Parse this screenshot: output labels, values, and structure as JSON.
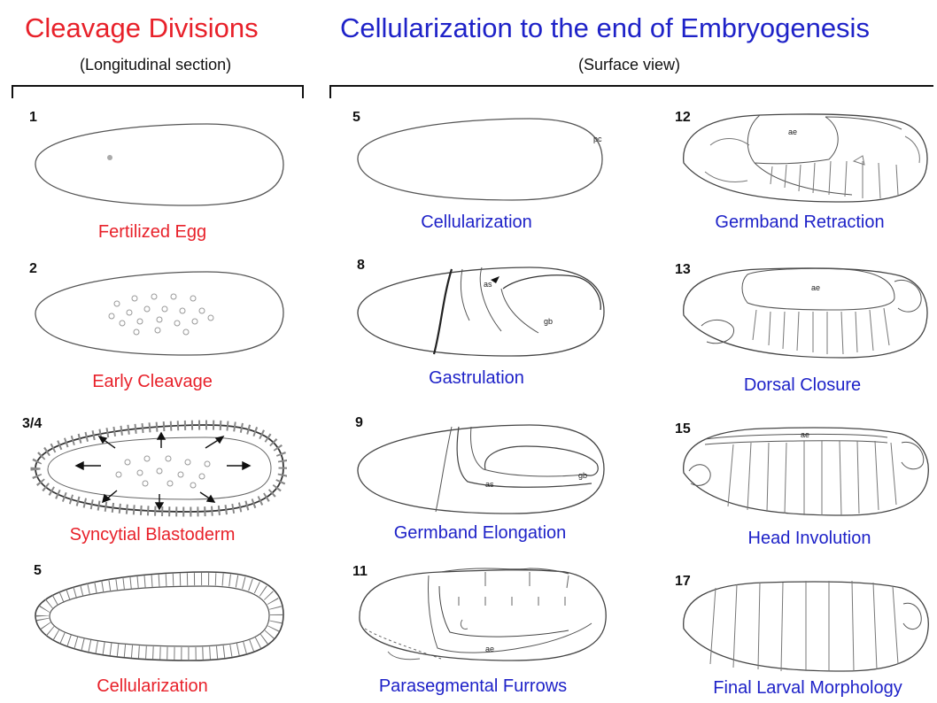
{
  "left": {
    "title": "Cleavage Divisions",
    "subtitle": "(Longitudinal section)",
    "stages": [
      {
        "num": "1",
        "caption": "Fertilized Egg"
      },
      {
        "num": "2",
        "caption": "Early Cleavage"
      },
      {
        "num": "3/4",
        "caption": "Syncytial Blastoderm"
      },
      {
        "num": "5",
        "caption": "Cellularization"
      }
    ]
  },
  "right": {
    "title": "Cellularization to the end of Embryogenesis",
    "subtitle": "(Surface view)",
    "col1": [
      {
        "num": "5",
        "caption": "Cellularization"
      },
      {
        "num": "8",
        "caption": "Gastrulation"
      },
      {
        "num": "9",
        "caption": "Germband Elongation"
      },
      {
        "num": "11",
        "caption": "Parasegmental Furrows"
      }
    ],
    "col2": [
      {
        "num": "12",
        "caption": "Germband Retraction"
      },
      {
        "num": "13",
        "caption": "Dorsal Closure"
      },
      {
        "num": "15",
        "caption": "Head Involution"
      },
      {
        "num": "17",
        "caption": "Final Larval Morphology"
      }
    ]
  },
  "annotations": {
    "pc": "pc",
    "as": "as",
    "gb": "gb",
    "ae": "ae"
  },
  "colors": {
    "red": "#e8212a",
    "blue": "#1e22c8"
  }
}
